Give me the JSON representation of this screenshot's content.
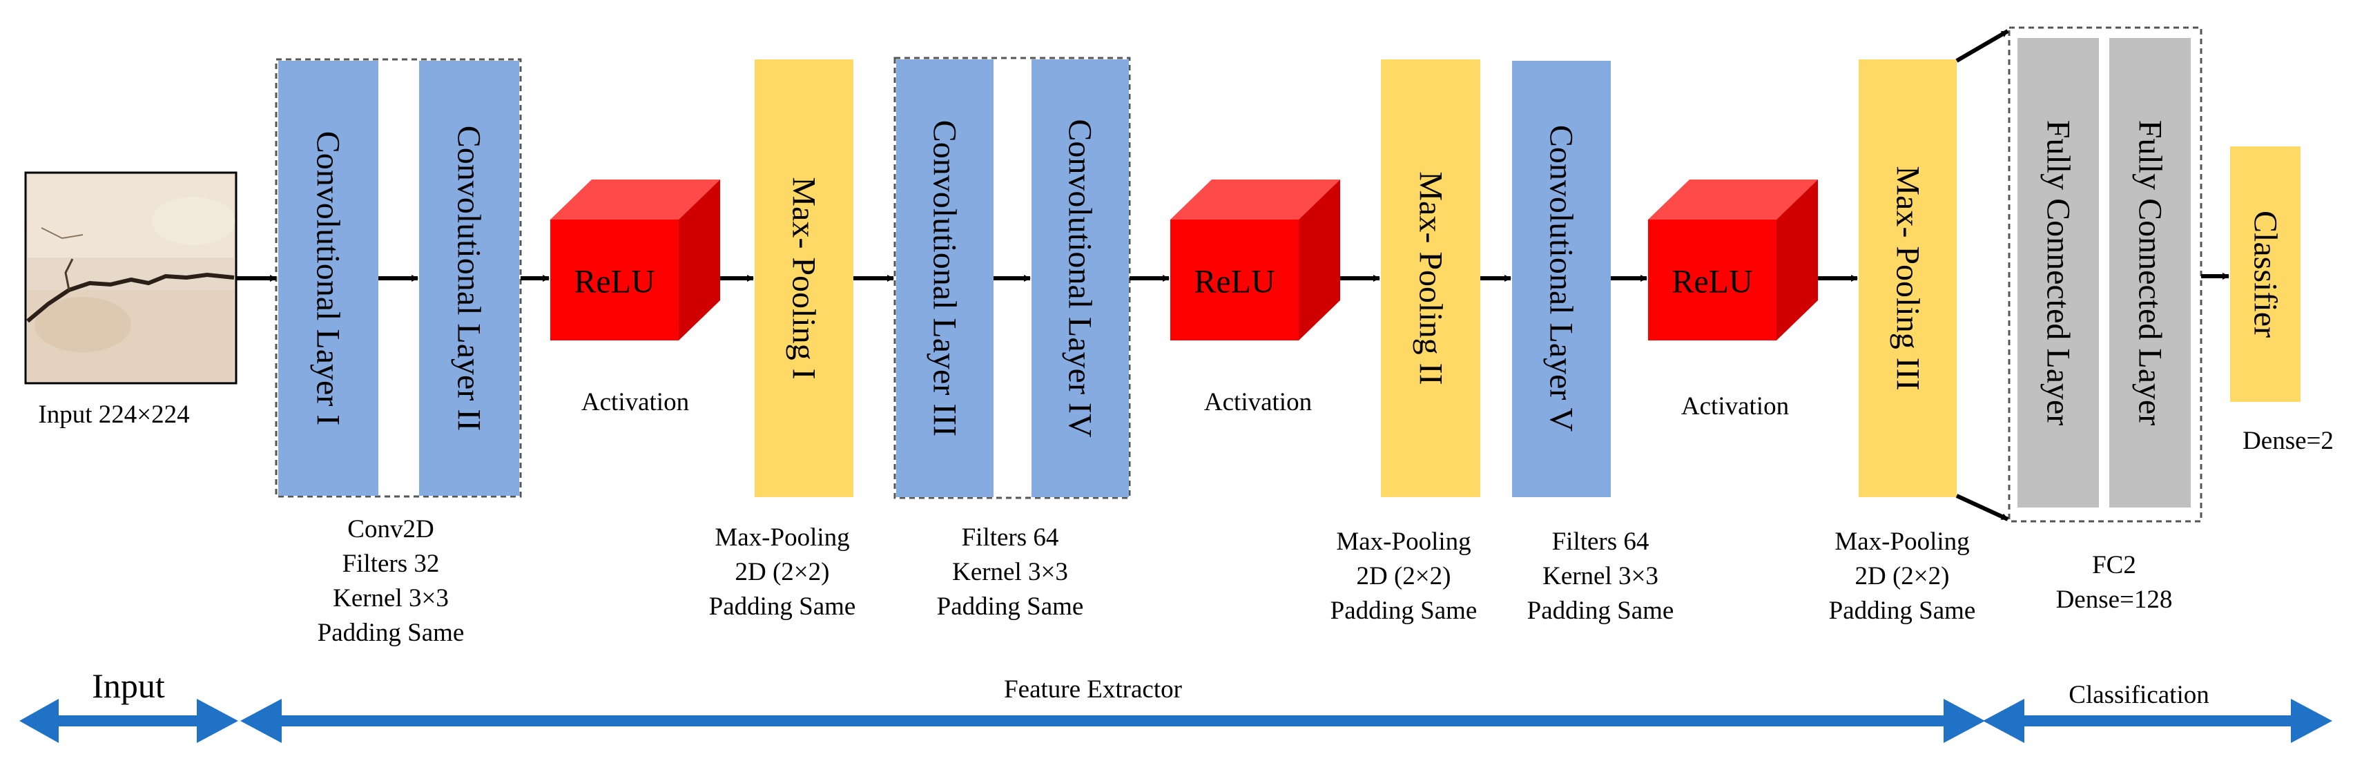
{
  "colors": {
    "conv": "#86ABE0",
    "pool": "#FFD966",
    "fc": "#C0C0C0",
    "relu_front": "#FF0000",
    "relu_top": "#FF4A4A",
    "relu_side": "#D10000",
    "arrow": "#000000",
    "stage_arrow": "#1F72C6"
  },
  "input": {
    "label": "Input 224×224",
    "image_description": "photo of cracked wall surface"
  },
  "blocks": {
    "conv1": "Convolutional Layer I",
    "conv2": "Convolutional Layer II",
    "relu1": "ReLU",
    "pool1": "Max- Pooling I",
    "conv3": "Convolutional Layer III",
    "conv4": "Convolutional Layer IV",
    "relu2": "ReLU",
    "pool2": "Max- Pooling II",
    "conv5": "Convolutional Layer V",
    "relu3": "ReLU",
    "pool3": "Max- Pooling III",
    "fc1": "Fully Connected Layer",
    "fc2": "Fully Connected Layer",
    "classifier": "Classifier"
  },
  "captions": {
    "conv12": [
      "Conv2D",
      "Filters 32",
      "Kernel 3×3",
      "Padding Same"
    ],
    "act1": "Activation",
    "pool1": [
      "Max-Pooling",
      "2D (2×2)",
      "Padding Same"
    ],
    "conv34": [
      "Filters 64",
      "Kernel 3×3",
      "Padding Same"
    ],
    "act2": "Activation",
    "pool2": [
      "Max-Pooling",
      "2D (2×2)",
      "Padding Same"
    ],
    "conv5": [
      "Filters 64",
      "Kernel 3×3",
      "Padding Same"
    ],
    "act3": "Activation",
    "pool3": [
      "Max-Pooling",
      "2D (2×2)",
      "Padding Same"
    ],
    "fc": [
      "FC2",
      "Dense=128"
    ],
    "classifier": "Dense=2"
  },
  "stages": {
    "input": "Input",
    "feature": "Feature Extractor",
    "classification": "Classification"
  }
}
